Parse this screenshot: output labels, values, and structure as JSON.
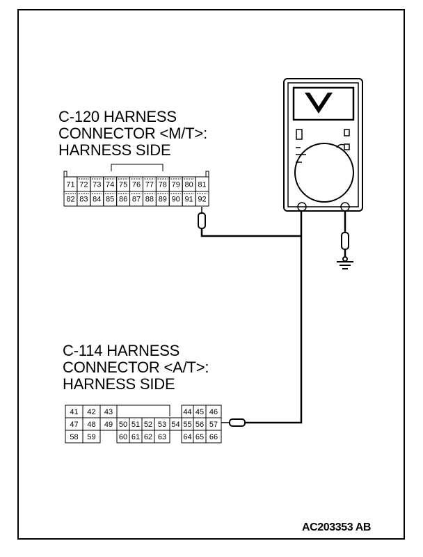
{
  "connector_c120": {
    "caption_line1": "C-120 HARNESS",
    "caption_line2": "CONNECTOR <M/T>:",
    "caption_line3": "HARNESS SIDE",
    "row1": [
      "71",
      "72",
      "73",
      "74",
      "75",
      "76",
      "77",
      "78",
      "79",
      "80",
      "81"
    ],
    "row2": [
      "82",
      "83",
      "84",
      "85",
      "86",
      "87",
      "88",
      "89",
      "90",
      "91",
      "92"
    ],
    "probe_pin": "92"
  },
  "connector_c114": {
    "caption_line1": "C-114 HARNESS",
    "caption_line2": "CONNECTOR <A/T>:",
    "caption_line3": "HARNESS SIDE",
    "pins": [
      "41",
      "42",
      "43",
      "44",
      "45",
      "46",
      "47",
      "48",
      "49",
      "50",
      "51",
      "52",
      "53",
      "54",
      "55",
      "56",
      "57",
      "58",
      "59",
      "60",
      "61",
      "62",
      "63",
      "64",
      "65",
      "66"
    ],
    "probe_pin": "57"
  },
  "meter": {
    "display_icon": "voltage-v-icon",
    "ground_icon": "ground-icon"
  },
  "figure_id": "AC203353 AB"
}
